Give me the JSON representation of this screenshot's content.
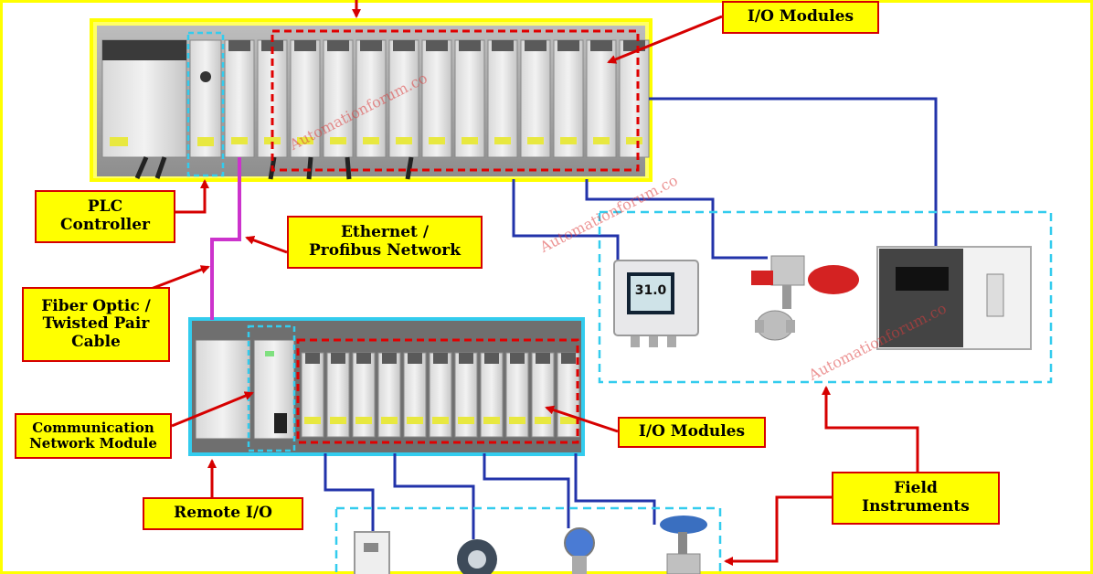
{
  "labels": {
    "io_modules_top": "I/O Modules",
    "plc_controller": "PLC\nController",
    "ethernet_network": "Ethernet /\nProfibus Network",
    "fiber_optic": "Fiber Optic /\nTwisted Pair\nCable",
    "communication_module": "Communication\nNetwork Module",
    "io_modules_bottom": "I/O Modules",
    "remote_io": "Remote I/O",
    "field_instruments": "Field\nInstruments"
  },
  "instruments": {
    "transmitter_display": "31.0"
  },
  "watermarks": {
    "wm1": "Automationforum.co",
    "wm2": "Automationforum.co",
    "wm3": "Automationforum.co"
  },
  "colors": {
    "frame": "#ffff00",
    "label_fill": "#ffff00",
    "label_border": "#d60000",
    "arrow": "#d60000",
    "network": "#cc33cc",
    "signal_wire": "#2233aa",
    "io_box": "#e00000",
    "group_box": "#33ccee"
  }
}
